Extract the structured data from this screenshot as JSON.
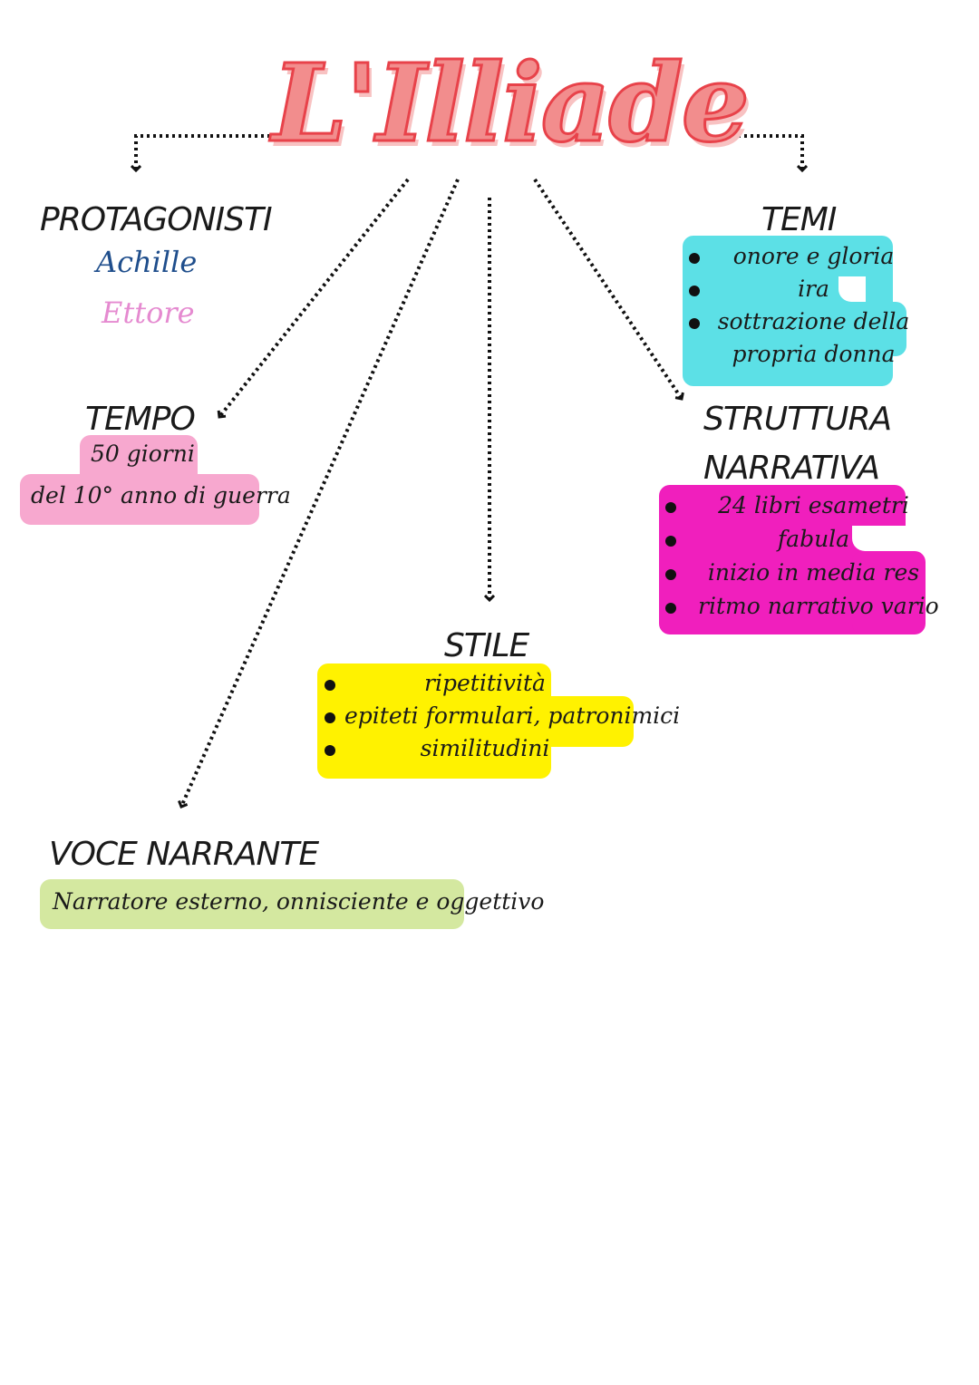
{
  "title": "L'Illiade",
  "protagonisti": {
    "heading": "PROTAGONISTI",
    "names": [
      "Achille",
      "Ettore"
    ]
  },
  "temi": {
    "heading": "TEMI",
    "items": [
      "onore e gloria",
      "ira",
      "sottrazione della",
      "propria donna"
    ]
  },
  "tempo": {
    "heading": "TEMPO",
    "lines": [
      "50 giorni",
      "del 10° anno di guerra"
    ]
  },
  "struttura": {
    "heading_lines": [
      "STRUTTURA",
      "NARRATIVA"
    ],
    "items": [
      "24 libri esametri",
      "fabula",
      "inizio in media res",
      "ritmo narrativo vario"
    ]
  },
  "stile": {
    "heading": "STILE",
    "items": [
      "ripetitività",
      "epiteti formulari, patronimici",
      "similitudini"
    ]
  },
  "voce": {
    "heading": "VOCE NARRANTE",
    "text": "Narratore esterno, onnisciente e oggettivo"
  },
  "colors": {
    "title_fill": "#f28d8d",
    "title_stroke": "#e8424a",
    "achille": "#1f4e8c",
    "ettore": "#e58ad0",
    "temi_bg": "#5ce0e6",
    "tempo_bg": "#f7a8cf",
    "struttura_bg": "#f01fbd",
    "stile_bg": "#fff200",
    "voce_bg": "#d4e8a0"
  }
}
